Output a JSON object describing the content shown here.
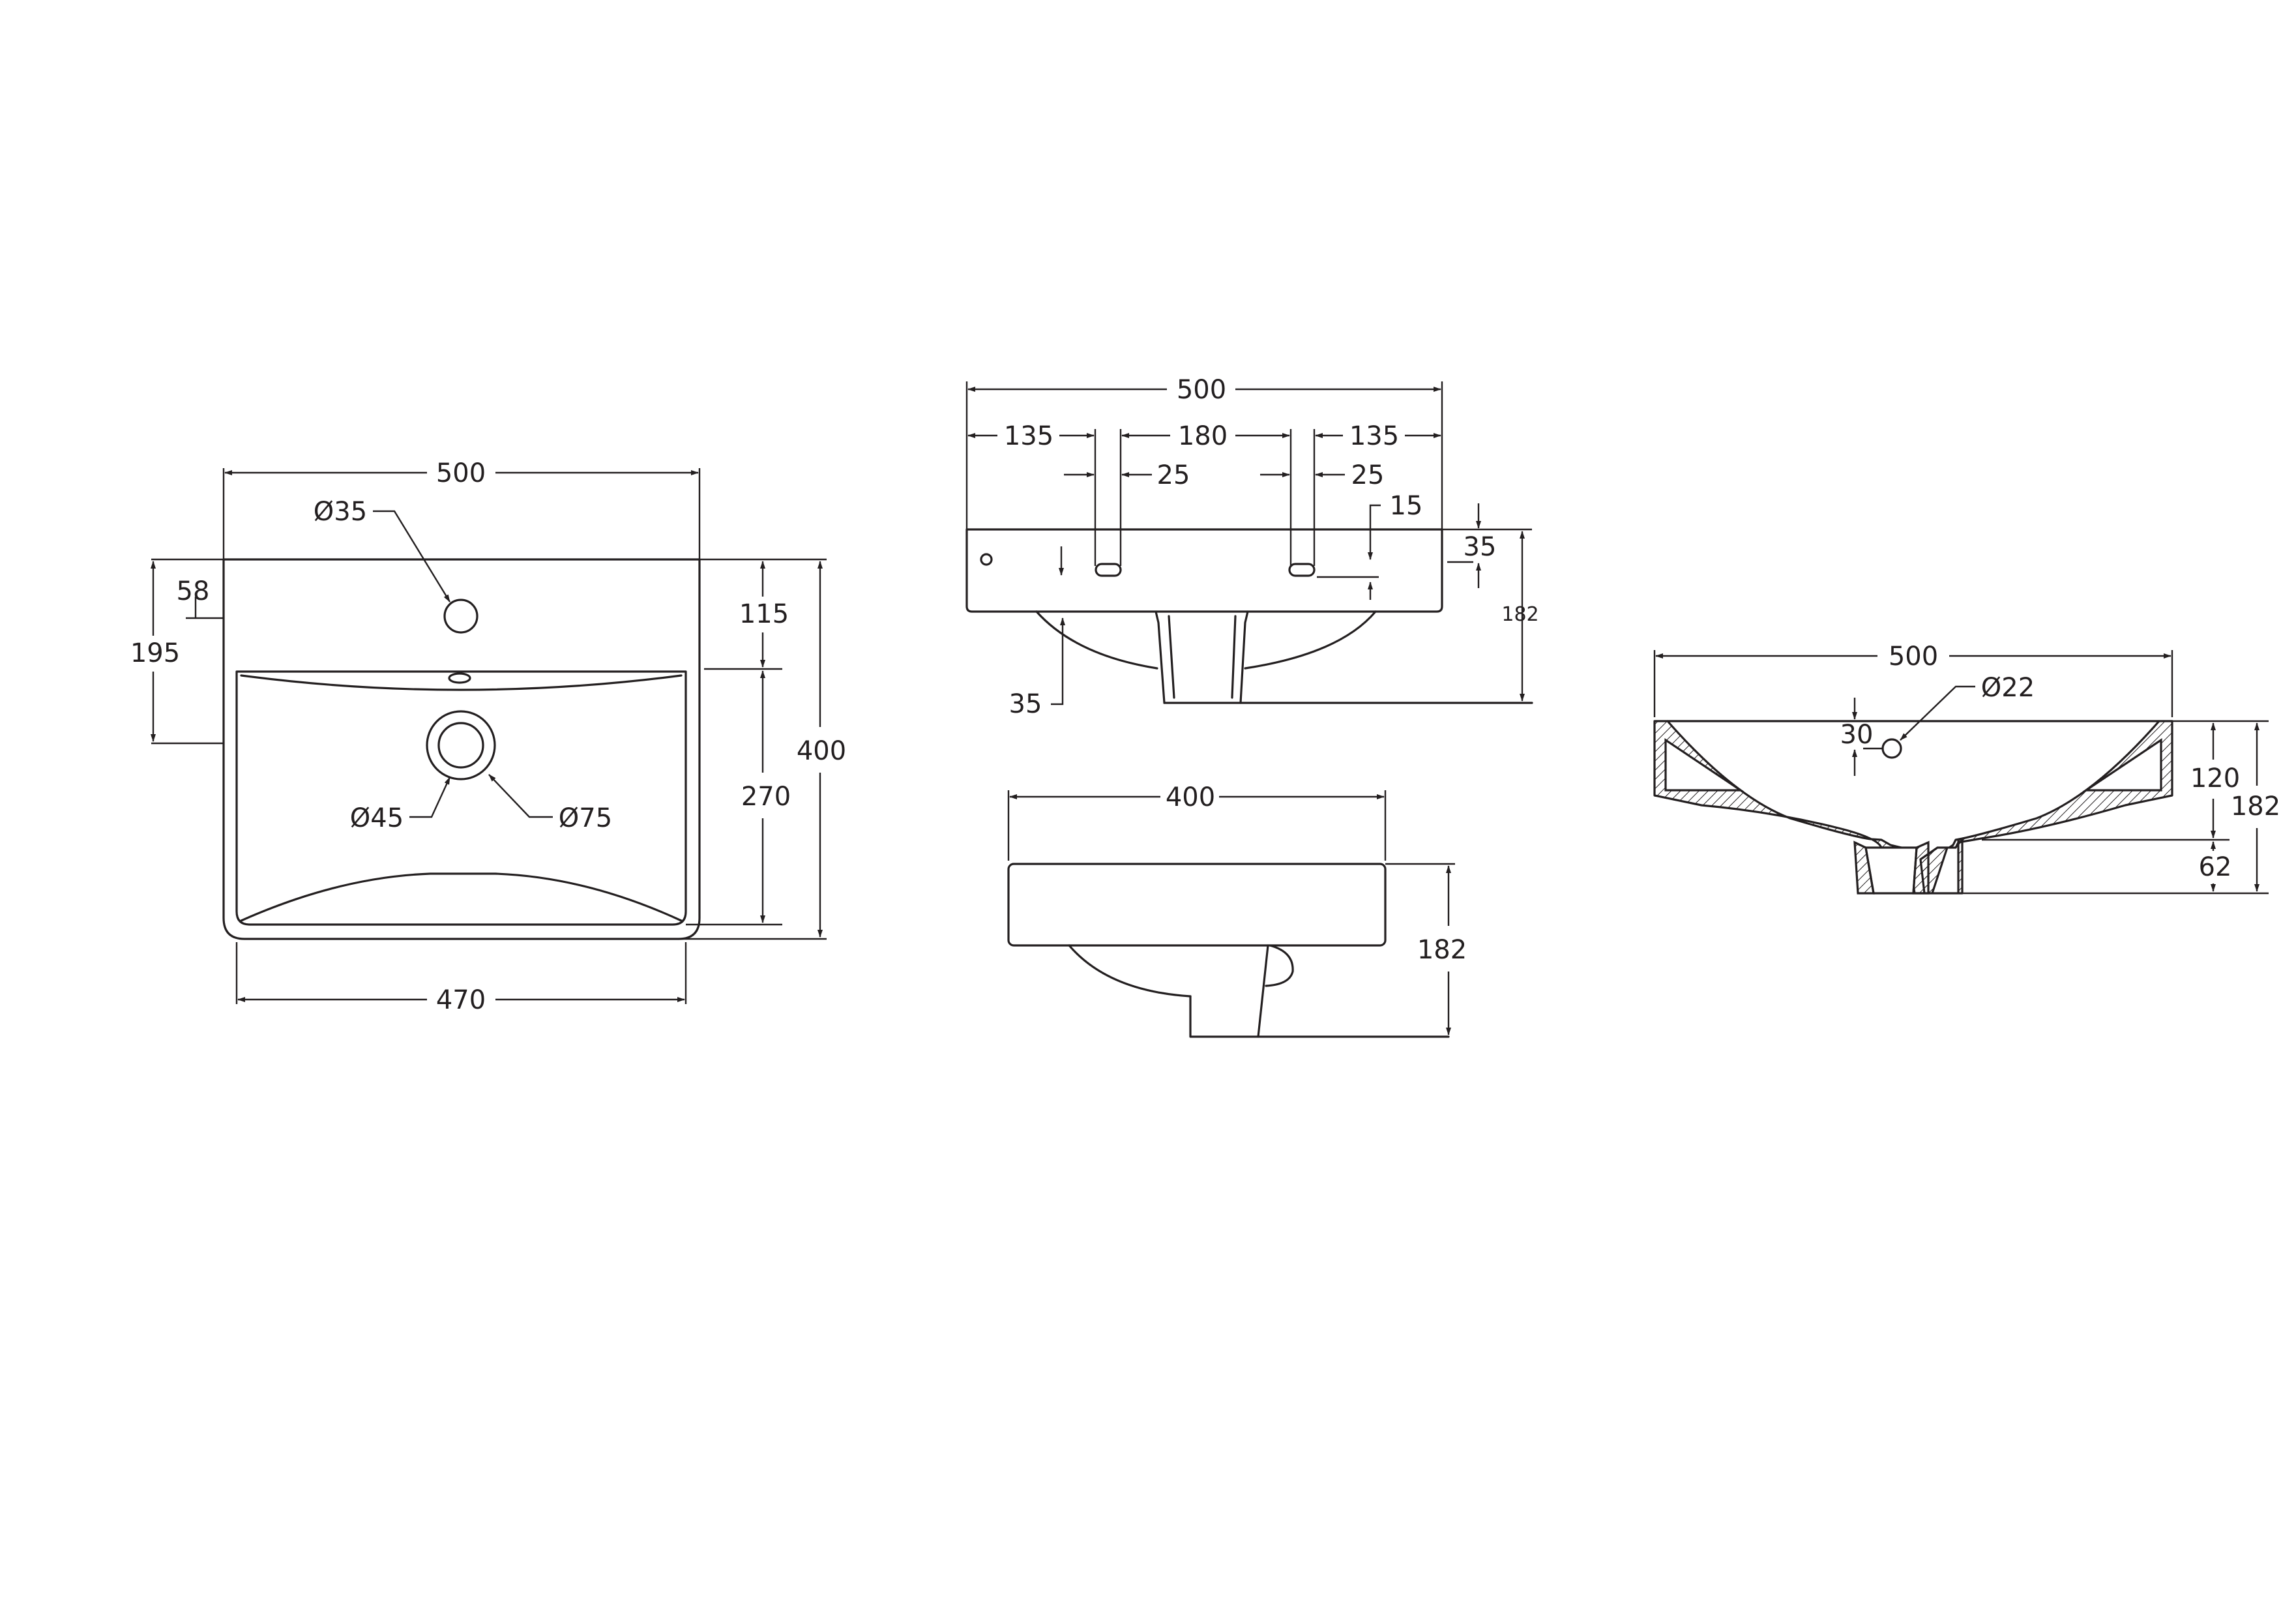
{
  "drawing_color": "#231f20",
  "background_color": "#ffffff",
  "views": {
    "top_view": {
      "overall_width": "500",
      "tap_hole_diameter": "Ø35",
      "tap_hole_offset": "58",
      "tap_hole_to_bowl": "195",
      "rim_to_bowl": "115",
      "overall_depth": "400",
      "bowl_depth": "270",
      "waste_diameter": "Ø45",
      "waste_outer_diameter": "Ø75",
      "base_width": "470"
    },
    "rear_view": {
      "overall_width": "500",
      "left_offset": "135",
      "center_spacing": "180",
      "right_offset": "135",
      "left_slot_width": "25",
      "right_slot_width": "25",
      "slot_offset": "15",
      "rim_thickness": "35",
      "total_height": "182",
      "bowl_lip": "35"
    },
    "side_view": {
      "overall_depth": "400",
      "total_height": "182"
    },
    "section_view": {
      "overall_width": "500",
      "overflow_diameter": "Ø22",
      "overflow_offset": "30",
      "bowl_height": "120",
      "waste_height": "62",
      "total_height": "182"
    }
  }
}
